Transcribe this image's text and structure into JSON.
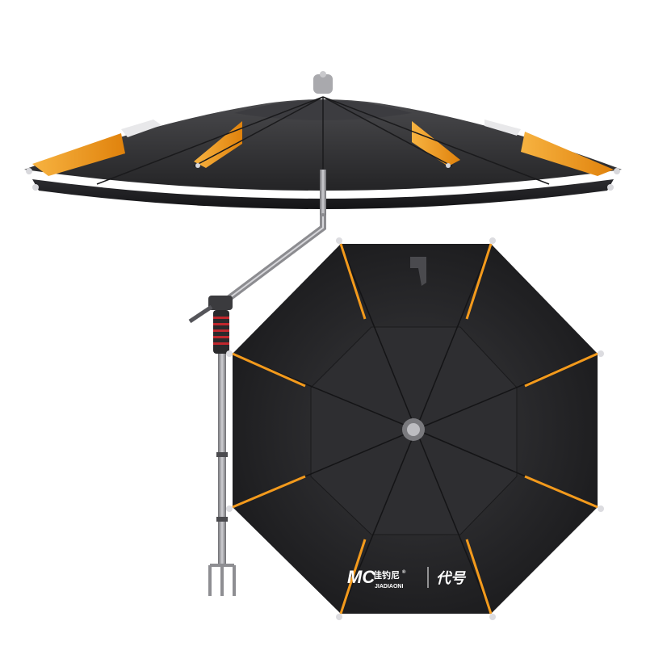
{
  "product": {
    "brand_logo": "MC",
    "brand_name_cn": "佳钓尼",
    "brand_name_en": "JIADIAONI",
    "series_mark": "代号",
    "registered": "®"
  },
  "colors": {
    "canopy": "#2b2b2d",
    "canopy_dark": "#1c1c1e",
    "accent_orange": "#f39a1c",
    "pole": "#9a9a9e",
    "grip_red": "#c0272d",
    "background": "#ffffff"
  }
}
